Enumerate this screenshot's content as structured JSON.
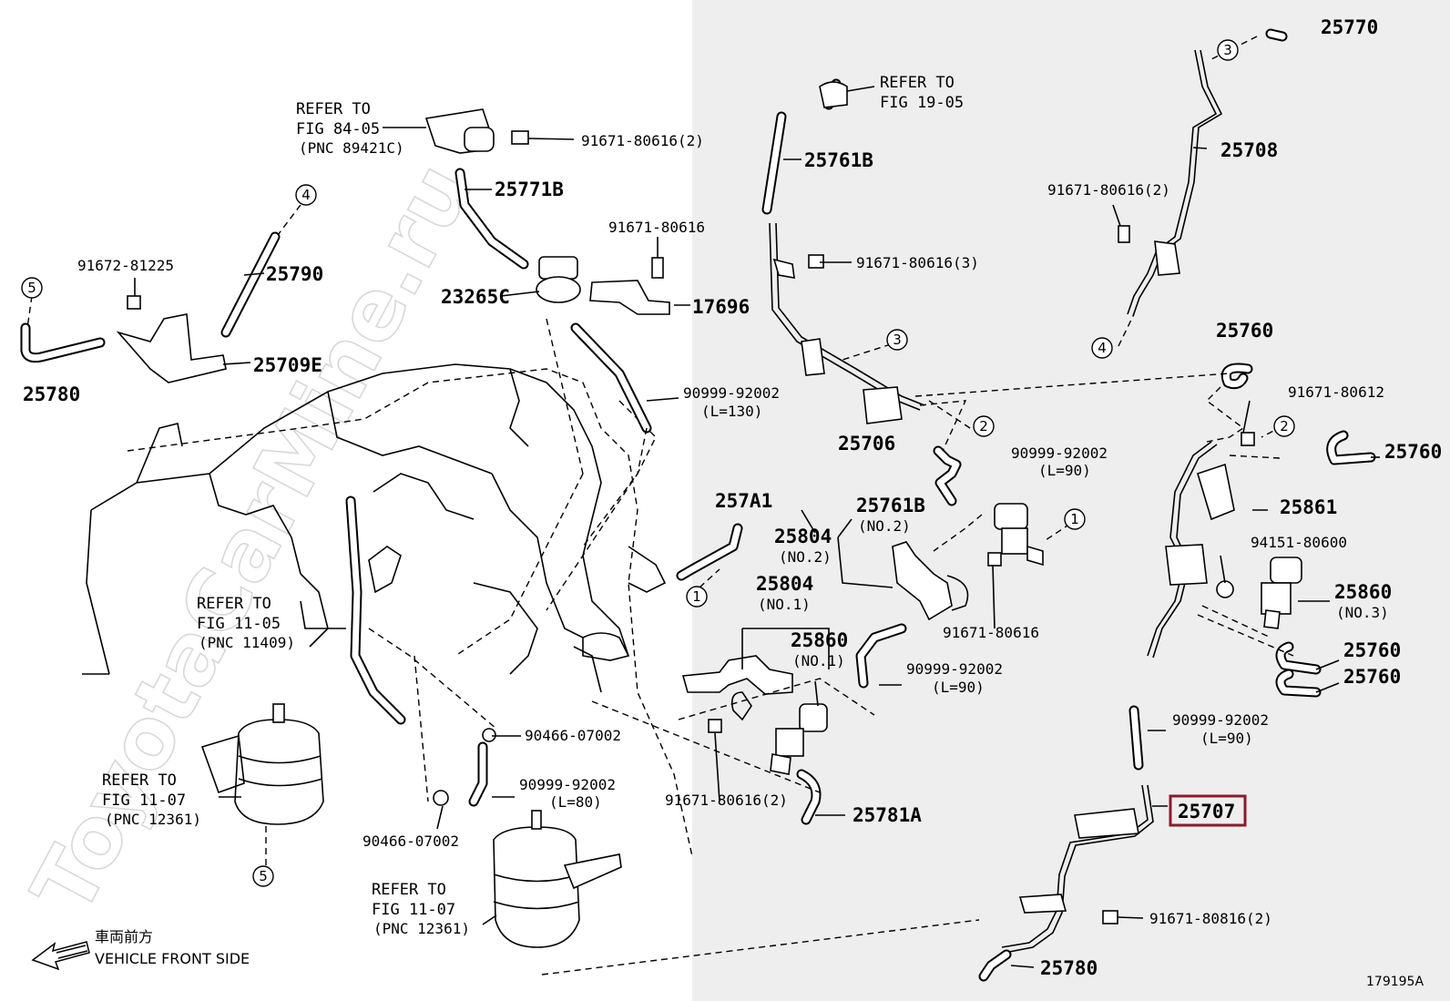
{
  "diagram_code": "179195A",
  "watermark": "ToyotaCarMine.ru",
  "front": {
    "jp": "車両前方",
    "en": "VEHICLE FRONT SIDE"
  },
  "highlight_color": "#8b1a2b",
  "part_numbers": [
    {
      "id": "p25770",
      "text": "25770"
    },
    {
      "id": "p25708",
      "text": "25708"
    },
    {
      "id": "p91671_80616_2a",
      "text": "91671-80616(2)"
    },
    {
      "id": "p25761B_top",
      "text": "25761B"
    },
    {
      "id": "p91671_80616_3",
      "text": "91671-80616(3)"
    },
    {
      "id": "p91671_80616_2b",
      "text": "91671-80616(2)"
    },
    {
      "id": "p25771B",
      "text": "25771B"
    },
    {
      "id": "p91671_80616",
      "text": "91671-80616"
    },
    {
      "id": "p17696",
      "text": "17696"
    },
    {
      "id": "p23265C",
      "text": "23265C"
    },
    {
      "id": "p91672_81225",
      "text": "91672-81225"
    },
    {
      "id": "p25790",
      "text": "25790"
    },
    {
      "id": "p25709E",
      "text": "25709E"
    },
    {
      "id": "p25780_left",
      "text": "25780"
    },
    {
      "id": "p90999_92002_130",
      "text": "90999-92002"
    },
    {
      "id": "p25706",
      "text": "25706"
    },
    {
      "id": "p25760_a",
      "text": "25760"
    },
    {
      "id": "p91671_80612",
      "text": "91671-80612"
    },
    {
      "id": "p25760_b",
      "text": "25760"
    },
    {
      "id": "p90999_92002_90a",
      "text": "90999-92002"
    },
    {
      "id": "p25861",
      "text": "25861"
    },
    {
      "id": "p257A1",
      "text": "257A1"
    },
    {
      "id": "p25761B_no2",
      "text": "25761B"
    },
    {
      "id": "p25804_no2",
      "text": "25804"
    },
    {
      "id": "p94151_80600",
      "text": "94151-80600"
    },
    {
      "id": "p25860_no3",
      "text": "25860"
    },
    {
      "id": "p25804_no1",
      "text": "25804"
    },
    {
      "id": "p25860_no1",
      "text": "25860"
    },
    {
      "id": "p91671_80616_c",
      "text": "91671-80616"
    },
    {
      "id": "p90999_92002_90b",
      "text": "90999-92002"
    },
    {
      "id": "p25760_c",
      "text": "25760"
    },
    {
      "id": "p25760_d",
      "text": "25760"
    },
    {
      "id": "p90466_07002_a",
      "text": "90466-07002"
    },
    {
      "id": "p90999_92002_80",
      "text": "90999-92002"
    },
    {
      "id": "p91671_80616_2c",
      "text": "91671-80616(2)"
    },
    {
      "id": "p25781A",
      "text": "25781A"
    },
    {
      "id": "p90999_92002_90c",
      "text": "90999-92002"
    },
    {
      "id": "p25707",
      "text": "25707"
    },
    {
      "id": "p90466_07002_b",
      "text": "90466-07002"
    },
    {
      "id": "p91671_80816_2",
      "text": "91671-80816(2)"
    },
    {
      "id": "p25780_bottom",
      "text": "25780"
    }
  ],
  "sub_labels": {
    "l130": "(L=130)",
    "l90a": "(L=90)",
    "no2a": "(NO.2)",
    "no2b": "(NO.2)",
    "no3": "(NO.3)",
    "no1a": "(NO.1)",
    "no1b": "(NO.1)",
    "l90b": "(L=90)",
    "l80": "(L=80)",
    "l90c": "(L=90)"
  },
  "references": {
    "fig84": {
      "line1": "REFER TO",
      "line2": "FIG 84-05",
      "line3": "(PNC 89421C)"
    },
    "fig19": {
      "line1": "REFER TO",
      "line2": "FIG 19-05"
    },
    "fig1105": {
      "line1": "REFER TO",
      "line2": "FIG 11-05",
      "line3": "(PNC 11409)"
    },
    "fig1107a": {
      "line1": "REFER TO",
      "line2": "FIG 11-07",
      "line3": "(PNC 12361)"
    },
    "fig1107b": {
      "line1": "REFER TO",
      "line2": "FIG 11-07",
      "line3": "(PNC 12361)"
    }
  },
  "callouts": [
    "1",
    "2",
    "3",
    "4",
    "5"
  ]
}
